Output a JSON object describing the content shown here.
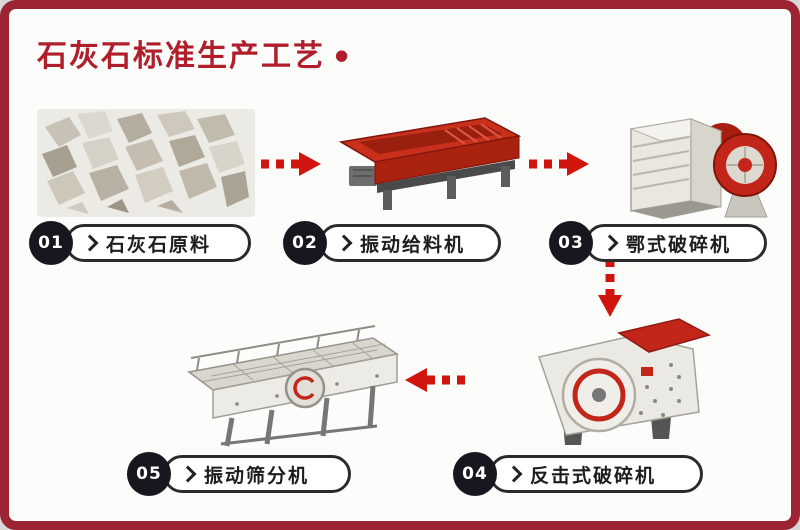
{
  "frame": {
    "title": "石灰石标准生产工艺",
    "title_dot": "●"
  },
  "steps": [
    {
      "number": "01",
      "label": "石灰石原料"
    },
    {
      "number": "02",
      "label": "振动给料机"
    },
    {
      "number": "03",
      "label": "鄂式破碎机"
    },
    {
      "number": "04",
      "label": "反击式破碎机"
    },
    {
      "number": "05",
      "label": "振动筛分机"
    }
  ],
  "flow": {
    "sequence": "01 → 02 → 03 → 04 → 05",
    "arrow_directions": [
      "right",
      "right",
      "down",
      "left"
    ]
  },
  "colors": {
    "frame_border": "#9c2433",
    "title_color": "#b01e2b",
    "arrow_color": "#cf150e",
    "badge_bg": "#17171f",
    "pill_border": "#2b2b2b",
    "machine_red": "#c2251a"
  }
}
